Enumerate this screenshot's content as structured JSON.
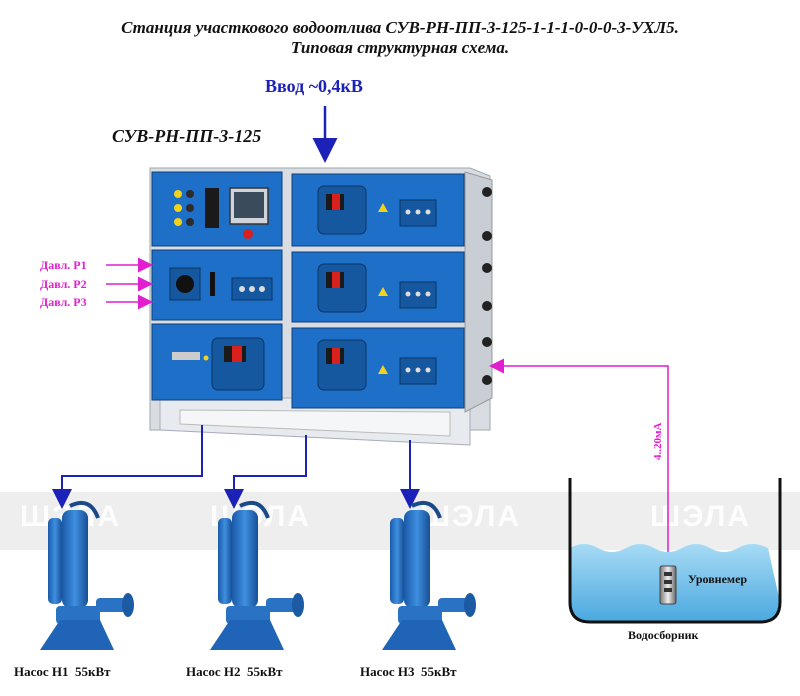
{
  "title": {
    "line1": "Станция участкового водоотлива СУВ-РН-ПП-3-125-1-1-1-0-0-0-3-УХЛ5.",
    "line2": "Типовая структурная схема."
  },
  "input_label": "Ввод ~0,4кВ",
  "model_label": "СУВ-РН-ПП-3-125",
  "pressure_inputs": [
    "Давл. Р1",
    "Давл. Р2",
    "Давл. Р3"
  ],
  "pumps": [
    {
      "name": "Насос Н1",
      "power": "55кВт"
    },
    {
      "name": "Насос Н2",
      "power": "55кВт"
    },
    {
      "name": "Насос Н3",
      "power": "55кВт"
    }
  ],
  "level_sensor": {
    "label": "Уровнемер",
    "signal": "4..20мА"
  },
  "tank_label": "Водосборник",
  "watermark": "ШЭЛА",
  "colors": {
    "cabinet_blue": "#1e6fc8",
    "power_arrow": "#1c21b8",
    "signal_arrow": "#e01fd0",
    "water": "#7cc6ee"
  }
}
